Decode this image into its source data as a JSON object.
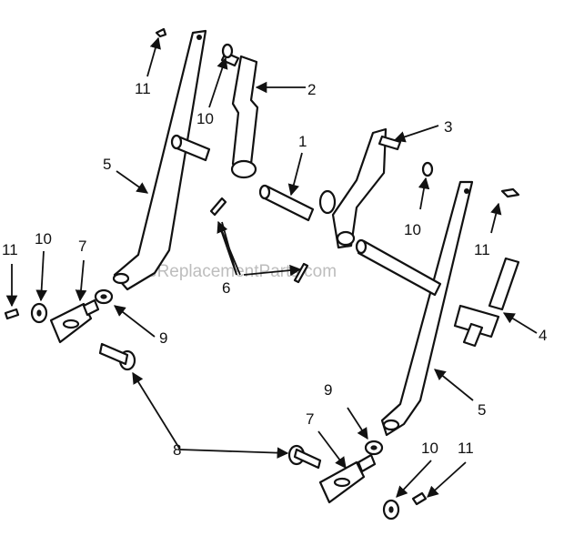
{
  "watermark": "eReplacementParts.com",
  "callouts": {
    "c1": "1",
    "c2": "2",
    "c3": "3",
    "c4": "4",
    "c5a": "5",
    "c5b": "5",
    "c6": "6",
    "c7a": "7",
    "c7b": "7",
    "c8": "8",
    "c9a": "9",
    "c9b": "9",
    "c10a": "10",
    "c10b": "10",
    "c10c": "10",
    "c10d": "10",
    "c11a": "11",
    "c11b": "11",
    "c11c": "11",
    "c11d": "11"
  }
}
